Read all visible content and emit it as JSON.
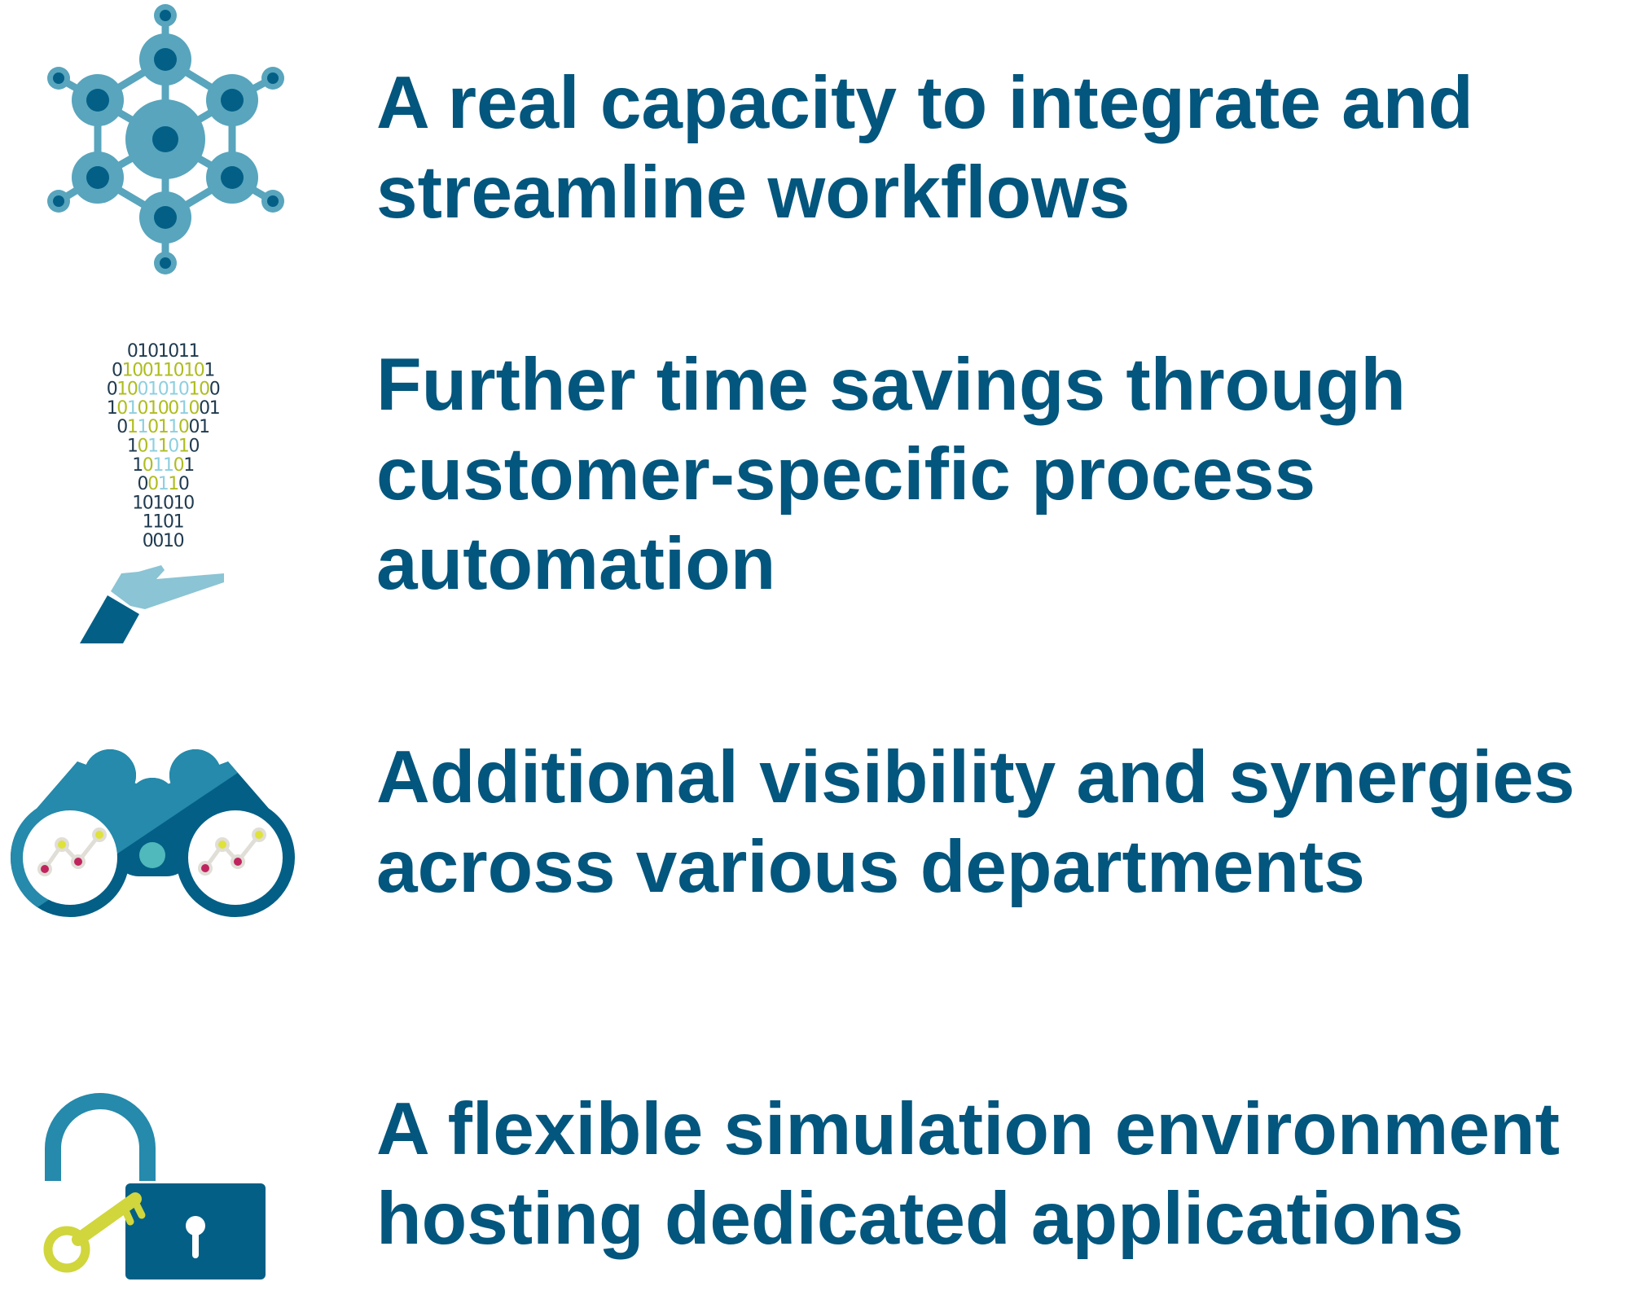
{
  "colors": {
    "text": "#03567d",
    "dark_blue": "#035f86",
    "mid_blue": "#258aab",
    "light_blue": "#58a5bd",
    "pale_blue": "#8bc4d4",
    "teal": "#4fb9bb",
    "lime": "#d0d63c",
    "magenta": "#c0245e",
    "navy_digits": "#1f3a4f"
  },
  "features": [
    {
      "icon": "network-hub-icon",
      "lines": [
        "A real capacity to integrate and",
        "streamline workflows"
      ]
    },
    {
      "icon": "binary-lightbulb-hand-icon",
      "lines": [
        "Further time savings through",
        "customer-specific process",
        "automation"
      ]
    },
    {
      "icon": "binoculars-chart-icon",
      "lines": [
        "Additional visibility and synergies",
        "across various departments"
      ]
    },
    {
      "icon": "unlocked-padlock-key-icon",
      "lines": [
        "A flexible simulation environment",
        "hosting dedicated applications"
      ]
    }
  ],
  "binary_bulb": {
    "rows": [
      "0101011",
      "0100110101",
      "01001010100",
      "10101001001",
      "011011001",
      "1011010",
      "101101",
      "00110",
      "101010",
      "1101",
      "0010"
    ],
    "color_codes": [
      "ddddddd",
      "dggggggggd",
      "dggbbbbbggd",
      "dgbggggbgd",
      "dgbggbgd",
      "dgbgbgd",
      "dgbbgd",
      "dgbgd",
      "dddddd",
      "dddd",
      "dddd"
    ]
  }
}
